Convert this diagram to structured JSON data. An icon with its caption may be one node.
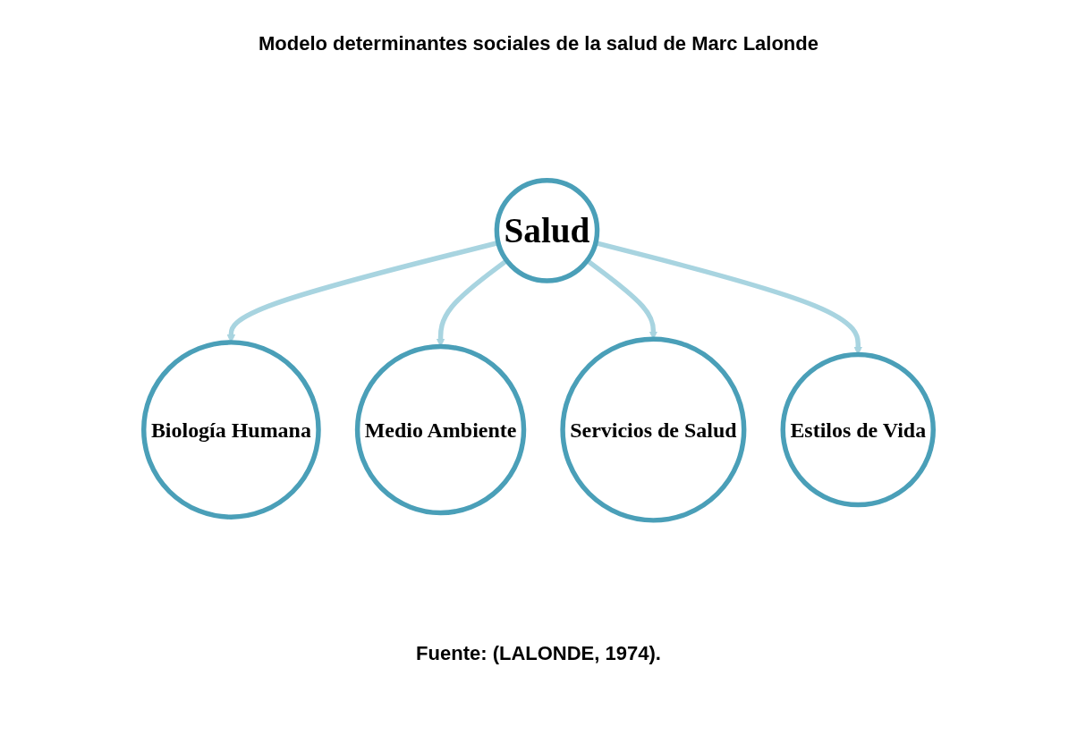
{
  "diagram": {
    "title": "Modelo determinantes sociales de la salud de Marc Lalonde",
    "caption": "Fuente: (LALONDE, 1974).",
    "nodes": [
      {
        "text": [
          "Biología Humana"
        ]
      },
      {
        "text": [
          "Medio Ambiente"
        ]
      },
      {
        "text": [
          "Salud"
        ]
      },
      {
        "text": [
          "Servicios de Salud"
        ]
      },
      {
        "text": [
          "Estilos de Vida"
        ]
      }
    ],
    "edges": [
      {
        "from": 2,
        "to": 0,
        "arrow": "to"
      },
      {
        "from": 2,
        "to": 1,
        "arrow": "to"
      },
      {
        "from": 2,
        "to": 3,
        "arrow": "to"
      },
      {
        "from": 2,
        "to": 4,
        "arrow": "to"
      }
    ]
  }
}
